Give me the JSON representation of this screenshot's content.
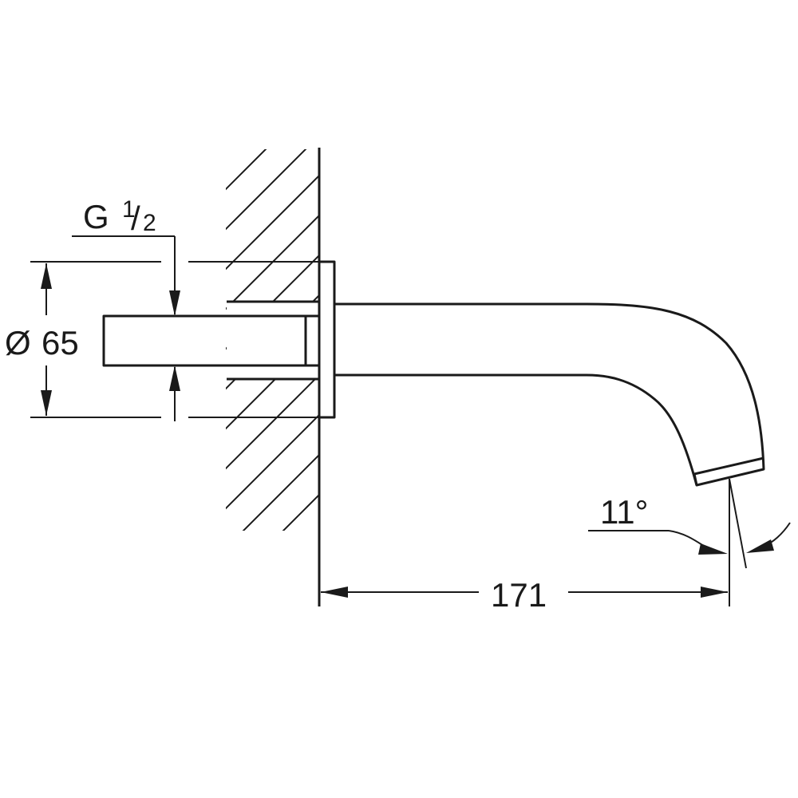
{
  "dimensions": {
    "thread": {
      "prefix": "G",
      "numerator": "1",
      "slash": "/",
      "denominator": "2"
    },
    "diameter": {
      "symbol": "Ø",
      "value": "65"
    },
    "projection": {
      "value": "171"
    },
    "angle": {
      "value": "11°"
    }
  }
}
